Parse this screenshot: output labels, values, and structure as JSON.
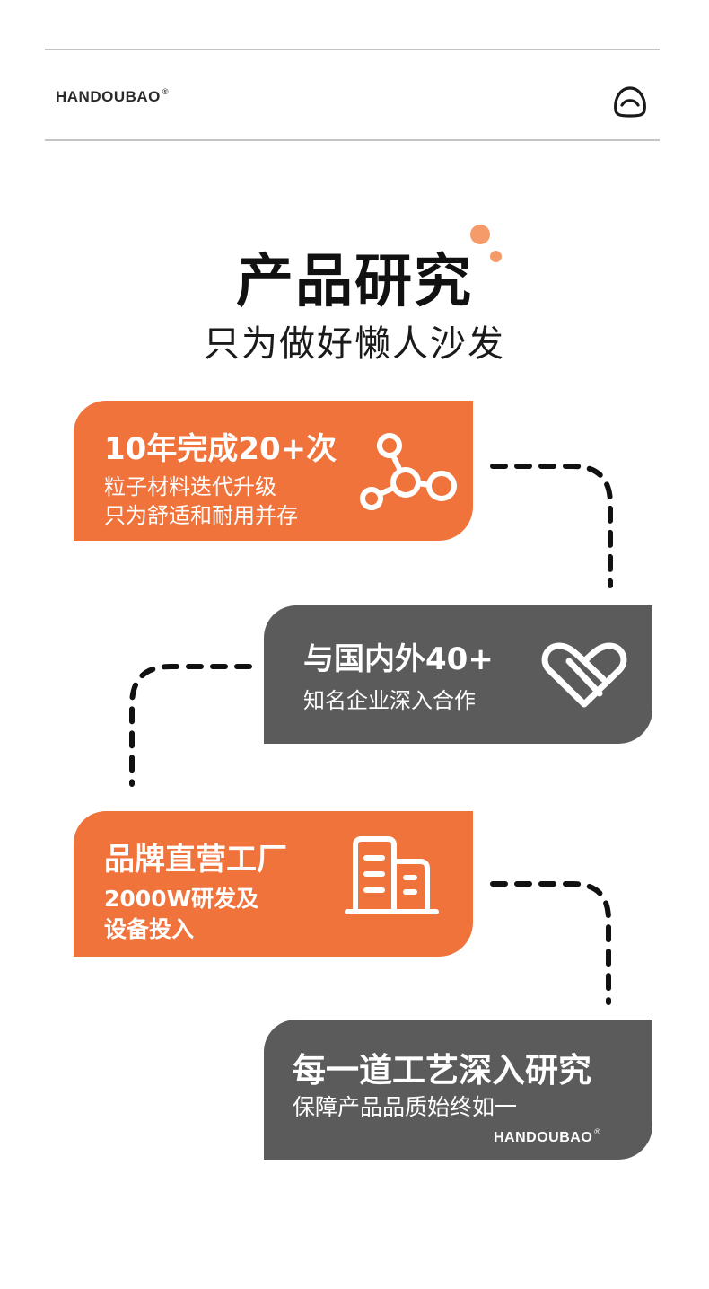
{
  "header": {
    "brand": "HANDOUBAO",
    "registered_mark": "®",
    "logo_icon": "smile-mascot-icon"
  },
  "hero": {
    "title": "产品研究",
    "subtitle": "只为做好懒人沙发",
    "accent_color": "#f0733c"
  },
  "cards": [
    {
      "heading": "10年完成20+次",
      "lines": [
        "粒子材料迭代升级",
        "只为舒适和耐用并存"
      ],
      "icon": "molecule-icon",
      "color": "#f0733c"
    },
    {
      "heading": "与国内外40+",
      "lines": [
        "知名企业深入合作"
      ],
      "icon": "handshake-heart-icon",
      "color": "#5b5b5b"
    },
    {
      "heading": "品牌直营工厂",
      "lines": [
        "2000W研发及",
        "设备投入"
      ],
      "icon": "factory-building-icon",
      "color": "#f0733c"
    },
    {
      "heading": "每一道工艺深入研究",
      "lines": [
        "保障产品品质始终如一"
      ],
      "brand": "HANDOUBAO",
      "registered_mark": "®",
      "color": "#5b5b5b"
    }
  ]
}
